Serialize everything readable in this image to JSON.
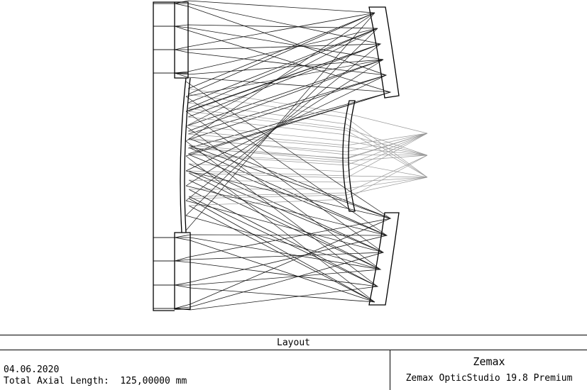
{
  "layout_title": "Layout",
  "date": "04.06.2020",
  "axial_length": "Total Axial Length:  125,00000 mm",
  "brand": "Zemax",
  "product": "Zemax OpticStudio 19.8 Premium",
  "colors": {
    "ray_dark": "#1a1a1a",
    "ray_light": "#9a9a9a",
    "outline": "#000000"
  }
}
